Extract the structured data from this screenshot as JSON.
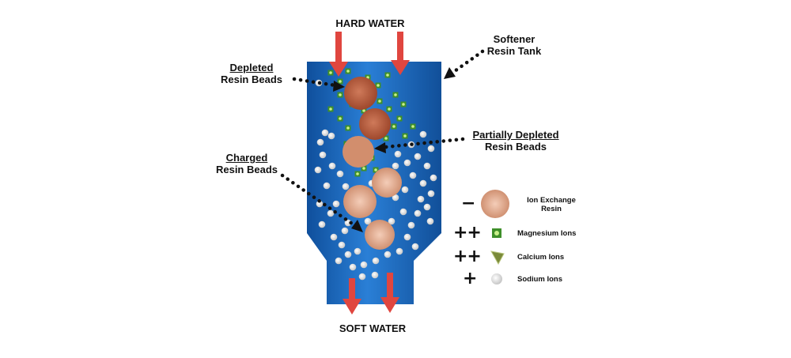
{
  "labels": {
    "hard_water": "HARD WATER",
    "soft_water": "SOFT WATER",
    "tank_line1": "Softener",
    "tank_line2": "Resin Tank",
    "depleted_line1": "Depleted",
    "depleted_line2": "Resin Beads",
    "partial_line1": "Partially Depleted",
    "partial_line2": "Resin Beads",
    "charged_line1": "Charged",
    "charged_line2": "Resin Beads"
  },
  "legend": {
    "items": [
      {
        "sign": "−",
        "label_line1": "Ion Exchange",
        "label_line2": "Resin",
        "icon": "resin-bead-icon"
      },
      {
        "sign": "++",
        "label_line1": "Magnesium Ions",
        "label_line2": "",
        "icon": "magnesium-ion-icon"
      },
      {
        "sign": "++",
        "label_line1": "Calcium Ions",
        "label_line2": "",
        "icon": "calcium-ion-icon"
      },
      {
        "sign": "+",
        "label_line1": "Sodium Ions",
        "label_line2": "",
        "icon": "sodium-ion-icon"
      }
    ]
  },
  "colors": {
    "tank_blue": "#1f6fc4",
    "arrow_red": "#e0463f",
    "depleted_bead": "#b55a3c",
    "charged_bead": "#e6a98a",
    "magnesium_green": "#3f8f2a",
    "sodium_gray": "#d4d4d4"
  }
}
